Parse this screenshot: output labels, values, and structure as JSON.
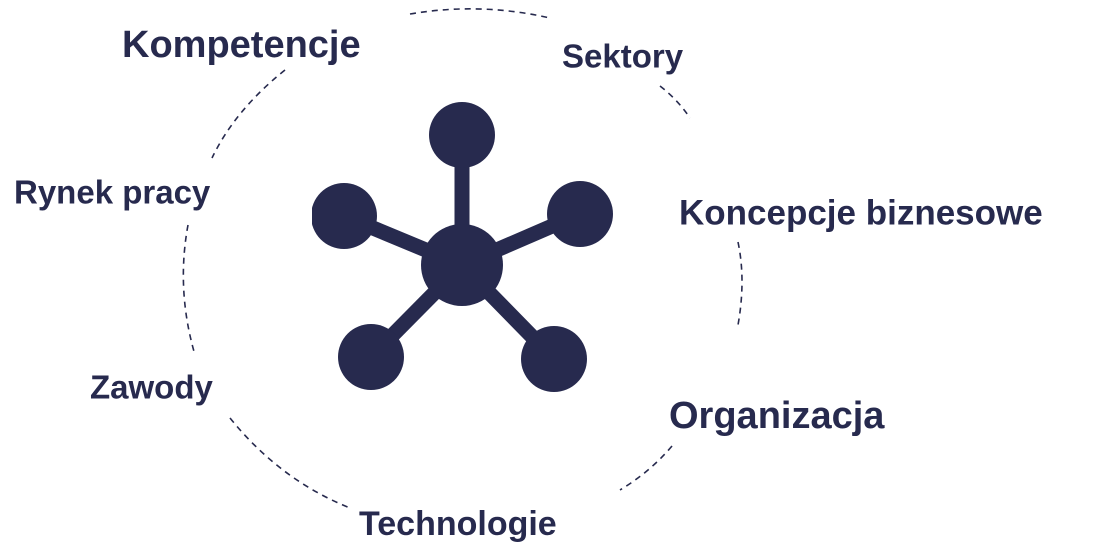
{
  "diagram": {
    "colors": {
      "primary": "#272a4e",
      "ring": "#272a4e",
      "background": "#ffffff"
    },
    "icon": "network-hub-icon",
    "labels": {
      "kompetencje": "Kompetencje",
      "sektory": "Sektory",
      "koncepcje": "Koncepcje biznesowe",
      "rynek": "Rynek pracy",
      "zawody": "Zawody",
      "organizacja": "Organizacja",
      "technologie": "Technologie"
    }
  }
}
